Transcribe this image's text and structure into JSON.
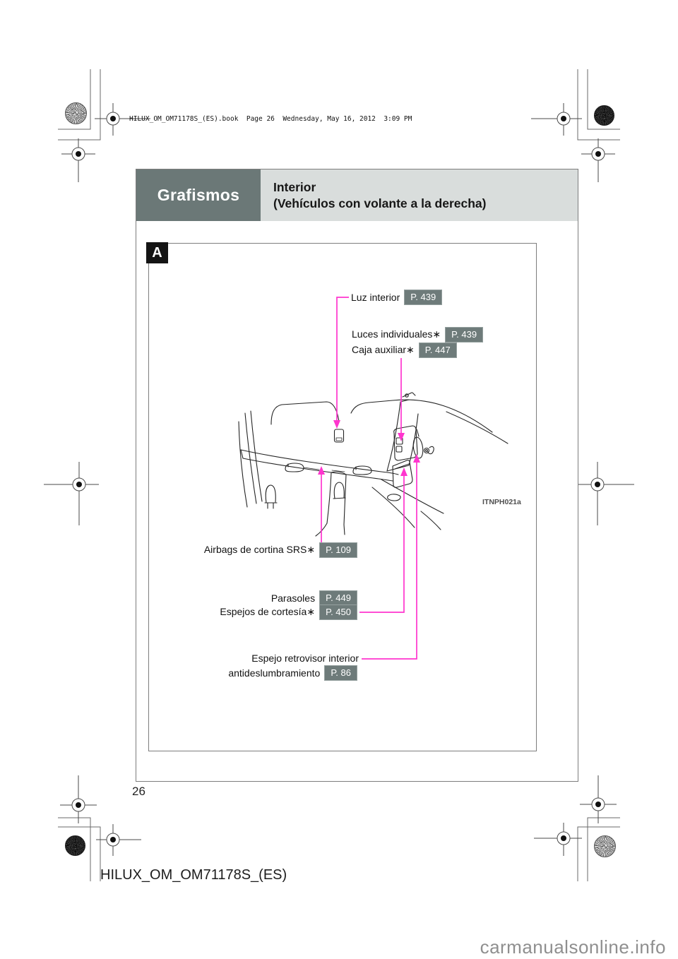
{
  "page": {
    "print_header": "HILUX_OM_OM71178S_(ES).book  Page 26  Wednesday, May 16, 2012  3:09 PM",
    "page_number": "26",
    "footer": "HILUX_OM_OM71178S_(ES)",
    "watermark": "carmanualsonline.info"
  },
  "header": {
    "section_label": "Grafismos",
    "title_line1": "Interior",
    "title_line2": "(Vehículos con volante a la derecha)"
  },
  "figure": {
    "panel_label": "A",
    "figure_code": "ITNPH021a",
    "callouts": [
      {
        "label": "Luz interior",
        "page_ref": "P. 439"
      },
      {
        "label": "Luces individuales∗",
        "page_ref": "P. 439"
      },
      {
        "label": "Caja auxiliar∗",
        "page_ref": "P. 447"
      },
      {
        "label": "Airbags de cortina SRS∗",
        "page_ref": "P. 109"
      },
      {
        "label": "Parasoles",
        "page_ref": "P. 449"
      },
      {
        "label": "Espejos de cortesía∗",
        "page_ref": "P. 450"
      },
      {
        "label_line1": "Espejo retrovisor interior",
        "label_line2": "antideslumbramiento",
        "page_ref": "P. 86"
      }
    ]
  },
  "colors": {
    "callout_accent": "#FF35CE",
    "header_dark": "#6B7877",
    "header_light": "#D9DDDC",
    "badge_bg": "#6E7B7A"
  }
}
